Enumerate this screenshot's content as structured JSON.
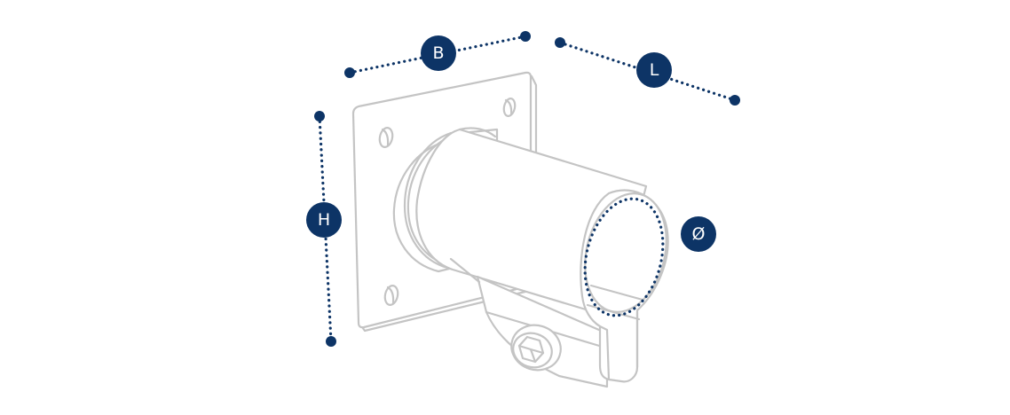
{
  "colors": {
    "accent": "#0d3466",
    "outline": "#c4c4c4",
    "background": "#ffffff"
  },
  "dimensions": {
    "width_label": "B",
    "length_label": "L",
    "height_label": "H",
    "diameter_label": "Ø"
  },
  "icons": [
    "square-base-plate",
    "tube-socket",
    "clamp-collar",
    "hex-socket-screw"
  ]
}
